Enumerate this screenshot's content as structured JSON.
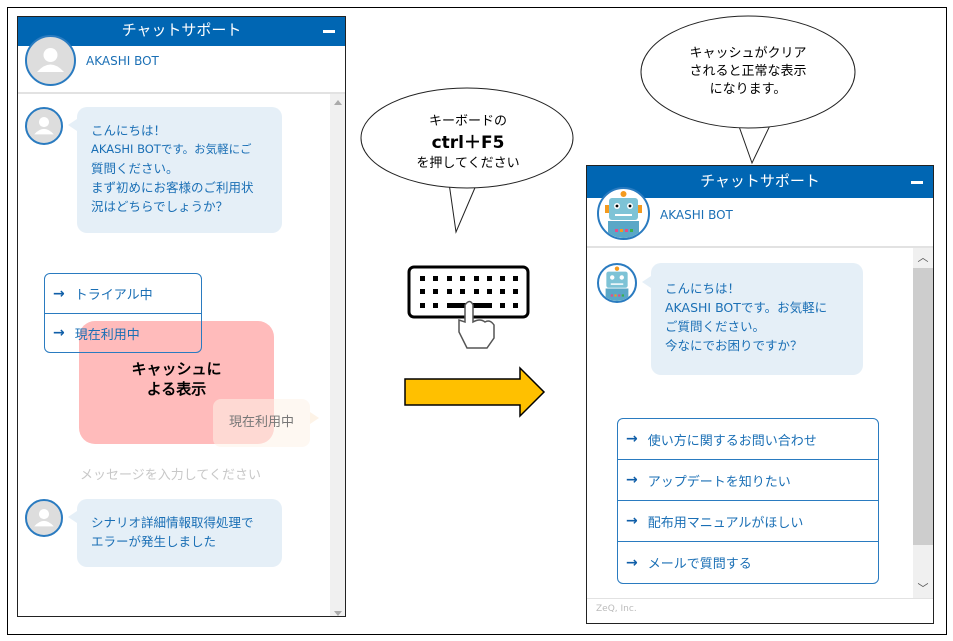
{
  "left_panel": {
    "title": "チャットサポート",
    "bot_name": "AKASHI BOT",
    "messages": [
      {
        "lines": [
          "こんにちは！",
          "AKASHI BOTです。お気軽にご",
          "質問ください。",
          "まず初めにお客様のご利用状",
          "況はどちらでしょうか？"
        ]
      },
      {
        "lines": [
          "シナリオ詳細情報取得処理で",
          "エラーが発生しました"
        ]
      }
    ],
    "options": [
      "トライアル中",
      "現在利用中"
    ],
    "user_reply": "現在利用中",
    "input_placeholder": "メッセージを入力してください",
    "overlay_label": [
      "キャッシュに",
      "よる表示"
    ]
  },
  "middle": {
    "callout": [
      "キーボードの",
      "ctrl＋F5",
      "を押してください"
    ]
  },
  "right_callout": [
    "キャッシュがクリア",
    "されると正常な表示",
    "になります。"
  ],
  "right_panel": {
    "title": "チャットサポート",
    "bot_name": "AKASHI BOT",
    "message": [
      "こんにちは！",
      "AKASHI BOTです。お気軽に",
      "ご質問ください。",
      "今なにでお困りですか？"
    ],
    "options": [
      "使い方に関するお問い合わせ",
      "アップデートを知りたい",
      "配布用マニュアルがほしい",
      "メールで質問する"
    ],
    "footer": "ZeQ, Inc."
  },
  "colors": {
    "header": "#0066b3",
    "bubble": "#e5eff7",
    "arrow": "#ffc000",
    "overlay": "#ffb0b0"
  }
}
